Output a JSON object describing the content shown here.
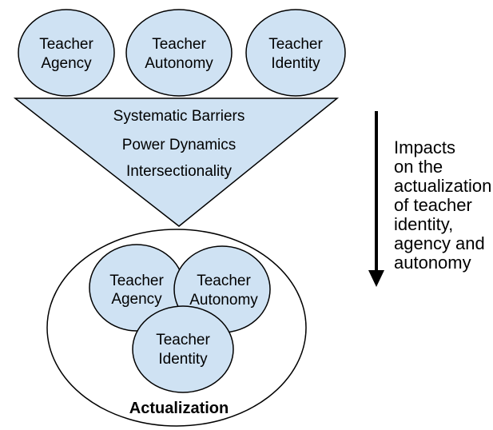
{
  "colors": {
    "shape_fill": "#cfe2f3",
    "shape_stroke": "#000000",
    "arrow_color": "#000000",
    "background": "#ffffff",
    "text": "#000000"
  },
  "top_ellipses": [
    {
      "id": "agency",
      "lines": [
        "Teacher",
        "Agency"
      ]
    },
    {
      "id": "autonomy",
      "lines": [
        "Teacher",
        "Autonomy"
      ]
    },
    {
      "id": "identity",
      "lines": [
        "Teacher",
        "Identity"
      ]
    }
  ],
  "funnel": {
    "items": [
      "Systematic Barriers",
      "Power Dynamics",
      "Intersectionality"
    ]
  },
  "actualization": {
    "label": "Actualization",
    "circles": [
      {
        "id": "agency",
        "lines": [
          "Teacher",
          "Agency"
        ]
      },
      {
        "id": "autonomy",
        "lines": [
          "Teacher",
          "Autonomy"
        ]
      },
      {
        "id": "identity",
        "lines": [
          "Teacher",
          "Identity"
        ]
      }
    ]
  },
  "side_note": {
    "lines": [
      "Impacts",
      "on the",
      "actualization",
      "of teacher",
      "identity,",
      "agency and",
      "autonomy"
    ]
  }
}
